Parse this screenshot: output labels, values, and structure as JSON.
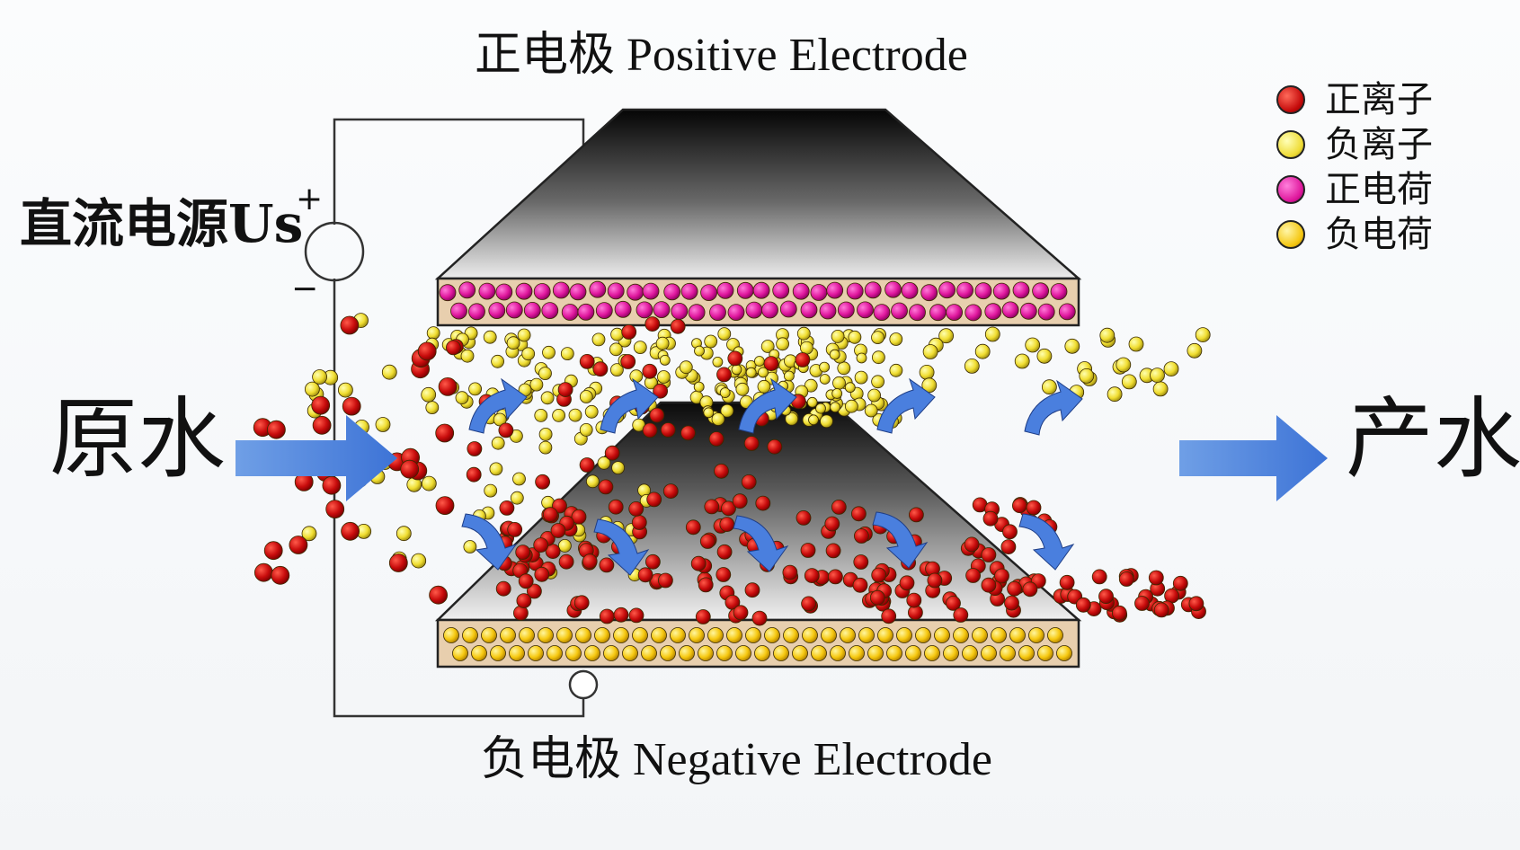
{
  "labels": {
    "top_electrode": "正电极 Positive Electrode",
    "bottom_electrode": "负电极 Negative Electrode",
    "power_source": "直流电源Us",
    "plus": "+",
    "minus": "−",
    "inlet": "原水",
    "outlet": "产水"
  },
  "legend": [
    {
      "label": "正离子",
      "color": "#d01010"
    },
    {
      "label": "负离子",
      "color": "#f2e23a"
    },
    {
      "label": "正电荷",
      "color": "#e21aa8"
    },
    {
      "label": "负电荷",
      "color": "#f8cf10"
    }
  ],
  "colors": {
    "arrow_fill": "#4a7fde",
    "flow_arrow": "#5b8fe0",
    "plate_edge": "#2a2a2a",
    "layer_fill": "#e8cfae"
  }
}
